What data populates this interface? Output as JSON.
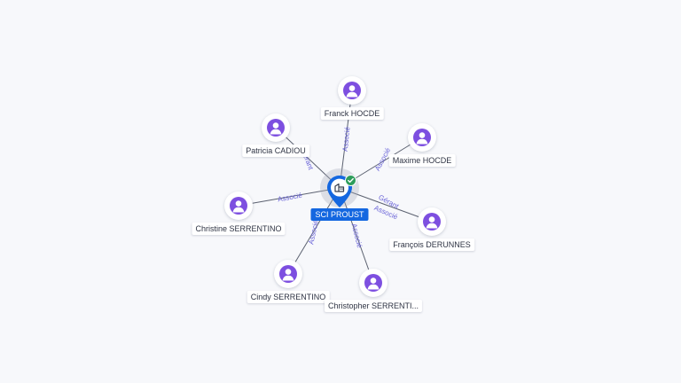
{
  "company": {
    "name": "SCI PROUST"
  },
  "icons": {
    "company": "building-icon",
    "verified": "check-icon",
    "person": "person-icon"
  },
  "colors": {
    "accent": "#1467e0",
    "person": "#7d4fe0",
    "verified": "#2e9d5b",
    "edge_label": "#6a64d8"
  },
  "people": [
    {
      "id": "franck",
      "name": "Franck HOCDE",
      "roles": [
        "Associé"
      ]
    },
    {
      "id": "patricia",
      "name": "Patricia CADIOU",
      "roles": [
        "Gérant"
      ]
    },
    {
      "id": "maxime",
      "name": "Maxime HOCDE",
      "roles": [
        "Associé"
      ]
    },
    {
      "id": "christine",
      "name": "Christine SERRENTINO",
      "roles": [
        "Associé"
      ]
    },
    {
      "id": "francois",
      "name": "François DERUNNES",
      "roles": [
        "Gérant",
        "Associé"
      ]
    },
    {
      "id": "cindy",
      "name": "Cindy SERRENTINO",
      "roles": [
        "Associé"
      ]
    },
    {
      "id": "christopher",
      "name": "Christopher SERRENTI...",
      "roles": [
        "Associé"
      ]
    }
  ]
}
